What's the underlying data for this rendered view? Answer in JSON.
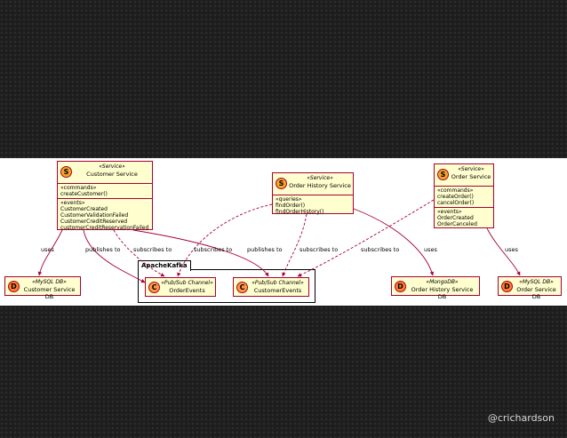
{
  "services": {
    "customer": {
      "circle": "S",
      "stereotype": "«Service»",
      "name": "Customer Service",
      "commands_header": "«commands»",
      "commands": [
        "createCustomer()"
      ],
      "events_header": "«events»",
      "events": [
        "CustomerCreated",
        "CustomerValidationFailed",
        "CustomerCreditReserved",
        "customerCreditReservationFailed"
      ]
    },
    "history": {
      "circle": "S",
      "stereotype": "«Service»",
      "name": "Order History Service",
      "queries_header": "«queries»",
      "queries": [
        "findOrder()",
        "findOrderHistory()"
      ]
    },
    "order": {
      "circle": "S",
      "stereotype": "«Service»",
      "name": "Order Service",
      "commands_header": "«commands»",
      "commands": [
        "createOrder()",
        "cancelOrder()"
      ],
      "events_header": "«events»",
      "events": [
        "OrderCreated",
        "OrderCanceled"
      ]
    }
  },
  "databases": {
    "customer_db": {
      "circle": "D",
      "stereotype": "«MySQL DB»",
      "name": "Customer Service DB"
    },
    "history_db": {
      "circle": "D",
      "stereotype": "«MongoDB»",
      "name": "Order History Service DB"
    },
    "order_db": {
      "circle": "D",
      "stereotype": "«MySQL DB»",
      "name": "Order Service DB"
    }
  },
  "kafka": {
    "title": "ApacheKafka",
    "order_events": {
      "circle": "C",
      "stereotype": "«Pub/Sub Channel»",
      "name": "OrderEvents"
    },
    "customer_events": {
      "circle": "C",
      "stereotype": "«Pub/Sub Channel»",
      "name": "CustomerEvents"
    }
  },
  "edge_labels": {
    "uses1": "uses",
    "publishes1": "publishes to",
    "subscribes1": "subscribes to",
    "subscribes2": "subscribes to",
    "publishes2": "publishes to",
    "subscribes3": "subscribes to",
    "subscribes4": "subscribes to",
    "uses2": "uses",
    "uses3": "uses"
  },
  "colors": {
    "arrow": "#a80036",
    "box_fill": "#fefece",
    "box_border": "#a80036"
  },
  "credit": "@crichardson"
}
